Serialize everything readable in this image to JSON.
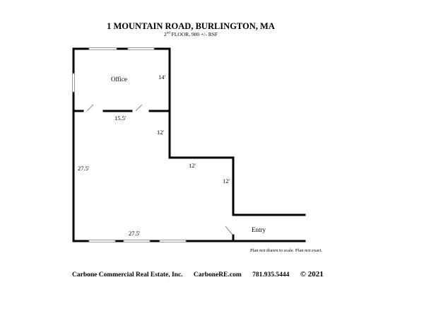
{
  "header": {
    "title": "1 MOUNTAIN ROAD, BURLINGTON, MA",
    "subtitle_prefix": "2",
    "subtitle_sup": "nd",
    "subtitle_rest": " FLOOR, 900 +/- RSF"
  },
  "plan": {
    "rooms": [
      {
        "id": "office",
        "label": "Office"
      },
      {
        "id": "entry",
        "label": "Entry"
      }
    ],
    "dimensions": [
      {
        "id": "office-height",
        "label": "14'"
      },
      {
        "id": "office-width",
        "label": "15.5'"
      },
      {
        "id": "east-wall-upper",
        "label": "12'"
      },
      {
        "id": "mid-jog",
        "label": "12'"
      },
      {
        "id": "east-wall-lower",
        "label": "12'"
      },
      {
        "id": "west-wall",
        "label": "27.5'"
      },
      {
        "id": "south-wall",
        "label": "27.5'"
      }
    ]
  },
  "disclaimer": "Plan not drawn to scale. Plan not exact.",
  "footer": {
    "company": "Carbone Commercial Real Estate, Inc.",
    "website": "CarboneRE.com",
    "phone": "781.935.5444",
    "copyright": "© 2021"
  }
}
